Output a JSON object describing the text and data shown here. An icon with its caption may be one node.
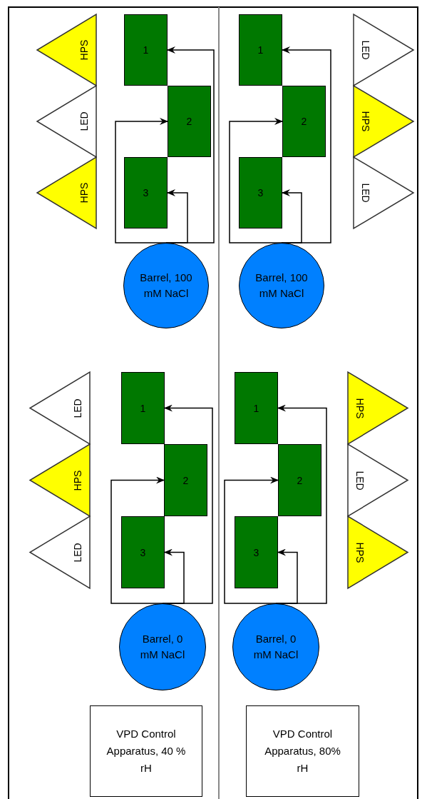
{
  "diagram": {
    "nodes": [
      {
        "text": [
          "HPS"
        ]
      },
      {
        "text": [
          "LED"
        ]
      },
      {
        "text": [
          "HPS"
        ]
      },
      {
        "text": [
          "1"
        ]
      },
      {
        "text": [
          "2"
        ]
      },
      {
        "text": [
          "3"
        ]
      },
      {
        "text": [
          "Barrel, 100 mM NaCl"
        ]
      },
      {
        "text": [
          "LED"
        ]
      },
      {
        "text": [
          "HPS"
        ]
      },
      {
        "text": [
          "LED"
        ]
      },
      {
        "text": [
          "1"
        ]
      },
      {
        "text": [
          "2"
        ]
      },
      {
        "text": [
          "3"
        ]
      },
      {
        "text": [
          "Barrel, 100 mM NaCl"
        ]
      },
      {
        "text": [
          "LED"
        ]
      },
      {
        "text": [
          "HPS"
        ]
      },
      {
        "text": [
          "LED"
        ]
      },
      {
        "text": [
          "1"
        ]
      },
      {
        "text": [
          "2"
        ]
      },
      {
        "text": [
          "3"
        ]
      },
      {
        "text": [
          "Barrel, 0 mM NaCl"
        ]
      },
      {
        "text": [
          "HPS"
        ]
      },
      {
        "text": [
          "LED"
        ]
      },
      {
        "text": [
          "HPS"
        ]
      },
      {
        "text": [
          "1"
        ]
      },
      {
        "text": [
          "2"
        ]
      },
      {
        "text": [
          "3"
        ]
      },
      {
        "text": [
          "Barrel, 0 mM NaCl"
        ]
      },
      {
        "text": [
          "VPD Control Apparatus, 40 % rH"
        ]
      },
      {
        "text": [
          "VPD Control Apparatus, 80% rH"
        ]
      }
    ],
    "edges": [
      {
        "from": 6,
        "to": 3,
        "arrow": "to"
      },
      {
        "from": 6,
        "to": 4,
        "arrow": "to"
      },
      {
        "from": 6,
        "to": 5,
        "arrow": "to"
      },
      {
        "from": 13,
        "to": 10,
        "arrow": "to"
      },
      {
        "from": 13,
        "to": 11,
        "arrow": "to"
      },
      {
        "from": 13,
        "to": 12,
        "arrow": "to"
      },
      {
        "from": 20,
        "to": 17,
        "arrow": "to"
      },
      {
        "from": 20,
        "to": 18,
        "arrow": "to"
      },
      {
        "from": 20,
        "to": 19,
        "arrow": "to"
      },
      {
        "from": 27,
        "to": 24,
        "arrow": "to"
      },
      {
        "from": 27,
        "to": 25,
        "arrow": "to"
      },
      {
        "from": 27,
        "to": 26,
        "arrow": "to"
      }
    ]
  }
}
